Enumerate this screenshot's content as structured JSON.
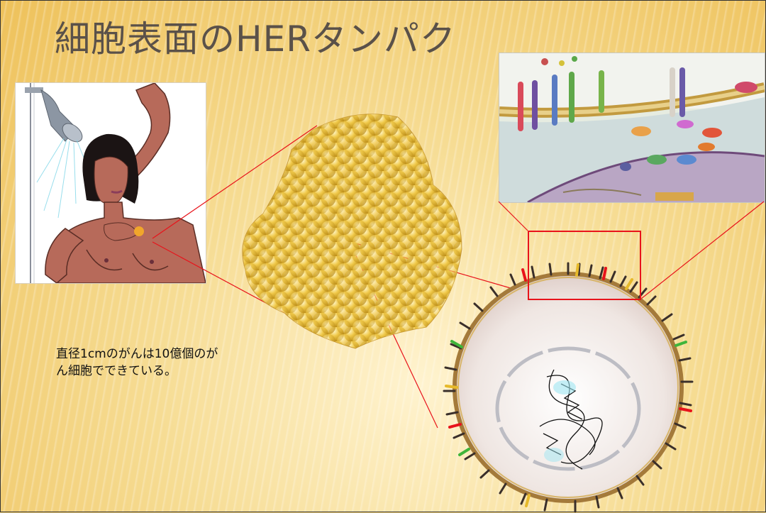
{
  "slide": {
    "title": "細胞表面のHERタンパク",
    "body_text": "直径1cmのがんは10億個のがん細胞でできている。"
  },
  "figures": {
    "woman_illustration": "breast-self-exam-illustration",
    "cell_cluster": "cancer-cell-cluster",
    "pathway_diagram": "her-receptor-signaling-diagram",
    "cell_cross_section": "cell-with-her-receptors"
  },
  "colors": {
    "accent_red": "#e8131b",
    "cell_gold": "#e9b830",
    "skin": "#b76a5a",
    "membrane": "#a47a3a"
  }
}
